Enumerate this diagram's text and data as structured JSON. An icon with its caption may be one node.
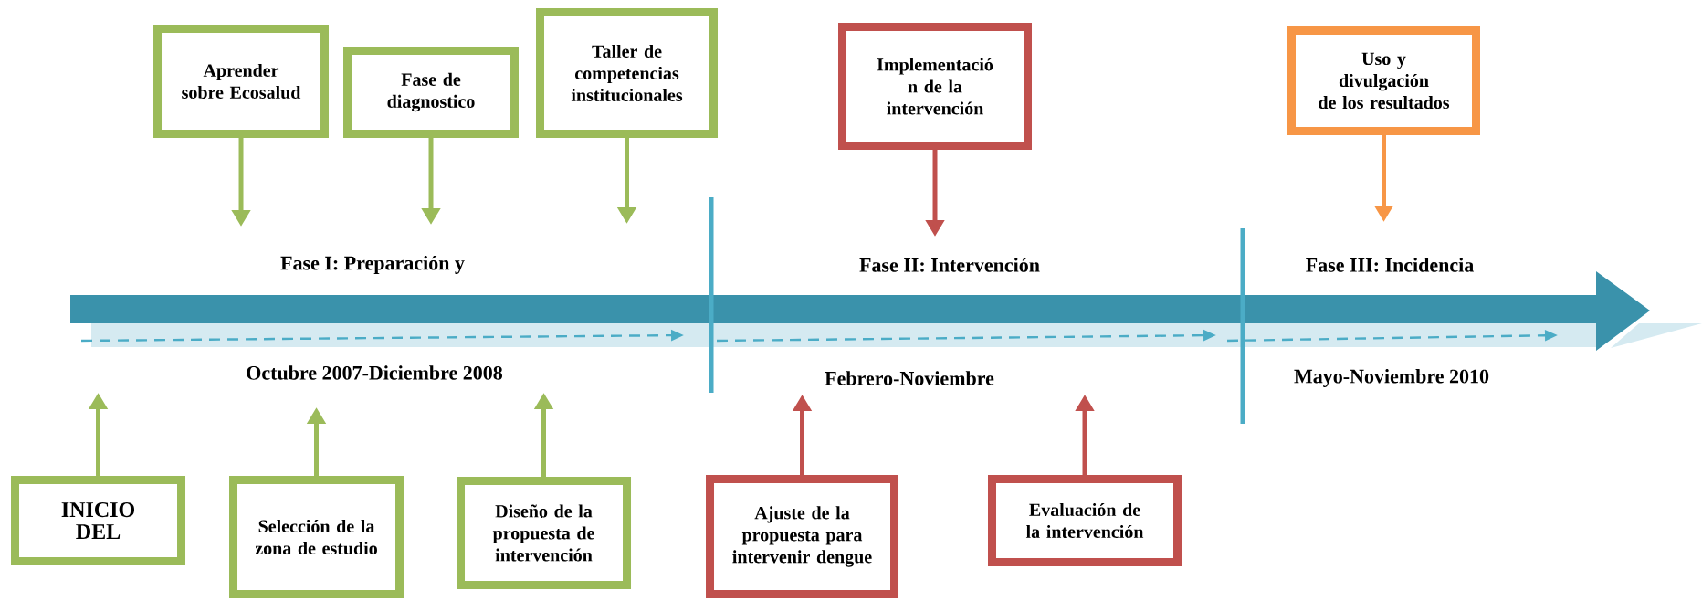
{
  "diagram": {
    "nodes": [
      {
        "text": [
          "Aprender sobre Ecosalud"
        ]
      },
      {
        "text": [
          "Fase de diagnostico"
        ]
      },
      {
        "text": [
          "Taller de competencias institucionales"
        ]
      },
      {
        "text": [
          "Implementació n de la intervención"
        ]
      },
      {
        "text": [
          "Uso y divulgación de los resultados"
        ]
      },
      {
        "text": [
          "INICIO DEL"
        ]
      },
      {
        "text": [
          "Selección de la zona de estudio"
        ]
      },
      {
        "text": [
          "Diseño de la propuesta de intervención"
        ]
      },
      {
        "text": [
          "Ajuste de la propuesta para intervenir dengue"
        ]
      },
      {
        "text": [
          "Evaluación de la intervención"
        ]
      }
    ],
    "edges": [
      {
        "from": 0,
        "to": null,
        "arrow": "to"
      },
      {
        "from": 1,
        "to": null,
        "arrow": "to"
      },
      {
        "from": 2,
        "to": null,
        "arrow": "to"
      },
      {
        "from": 3,
        "to": null,
        "arrow": "to",
        "color": "#c0504d"
      },
      {
        "from": 4,
        "to": null,
        "arrow": "to",
        "color": "#f79646"
      },
      {
        "from": 5,
        "to": null,
        "arrow": "to"
      },
      {
        "from": 6,
        "to": null,
        "arrow": "to"
      },
      {
        "from": 7,
        "to": null,
        "arrow": "to"
      },
      {
        "from": 8,
        "to": null,
        "arrow": "to",
        "color": "#c0504d"
      },
      {
        "from": 9,
        "to": null,
        "arrow": "to",
        "color": "#c0504d"
      }
    ],
    "labels": [
      "Fase I: Preparación y",
      "Fase II: Intervención",
      "Fase III: Incidencia",
      "Octubre 2007-Diciembre 2008",
      "Febrero-Noviembre",
      "Mayo-Noviembre 2010"
    ]
  }
}
